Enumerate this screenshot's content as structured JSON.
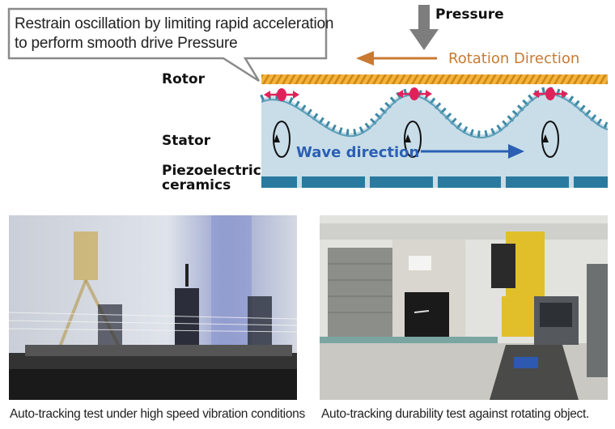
{
  "callout": {
    "line1": "Restrain oscillation by limiting rapid  acceleration",
    "line2": "to perform smooth drive Pressure"
  },
  "diagram": {
    "pressure_label": "Pressure",
    "rotation_label": "Rotation Direction",
    "rotor_label": "Rotor",
    "stator_label": "Stator",
    "wave_label": "Wave direction",
    "piezo_label_line1": "Piezoelectric",
    "piezo_label_line2": "ceramics"
  },
  "photos": {
    "left_caption": "Auto-tracking test under high speed vibration conditions",
    "right_caption": "Auto-tracking durability test against rotating object."
  },
  "colors": {
    "rotation_arrow": "#c87a33",
    "wave_arrow": "#2b5fb4",
    "stator_fill": "#c8dde8",
    "stator_teeth": "#3f8aa6",
    "rotor": "#f0a830",
    "contact_marks": "#e0225a"
  }
}
